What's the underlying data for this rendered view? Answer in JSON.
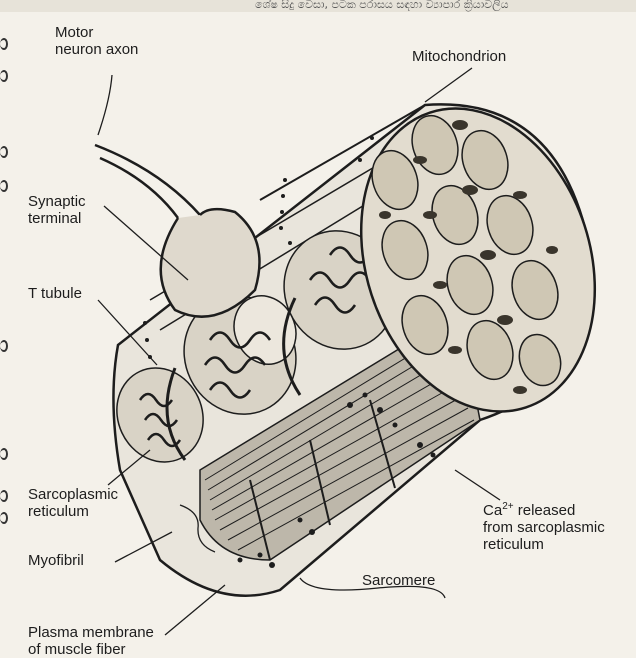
{
  "top_text": "ශේෂ සිදු වෙසා, පටක පරාසය සඳහා ව්‍යාපාර ක්‍රියාවලිය",
  "labels": {
    "motor_neuron_axon": "Motor\nneuron axon",
    "mitochondrion": "Mitochondrion",
    "synaptic_terminal": "Synaptic\nterminal",
    "t_tubule": "T tubule",
    "sarcoplasmic_reticulum": "Sarcoplasmic\nreticulum",
    "ca_released_prefix": "Ca",
    "ca_released_sup": "2+",
    "ca_released_rest": " released\nfrom sarcoplasmic\nreticulum",
    "myofibril": "Myofibril",
    "sarcomere": "Sarcomere",
    "plasma_membrane": "Plasma membrane\nof muscle fiber"
  },
  "colors": {
    "ink": "#1d1d1d",
    "fiber_fill": "#e9e5dc",
    "myofibril_fill": "#bdb7aa",
    "mito_fill": "#cfc7b4"
  }
}
